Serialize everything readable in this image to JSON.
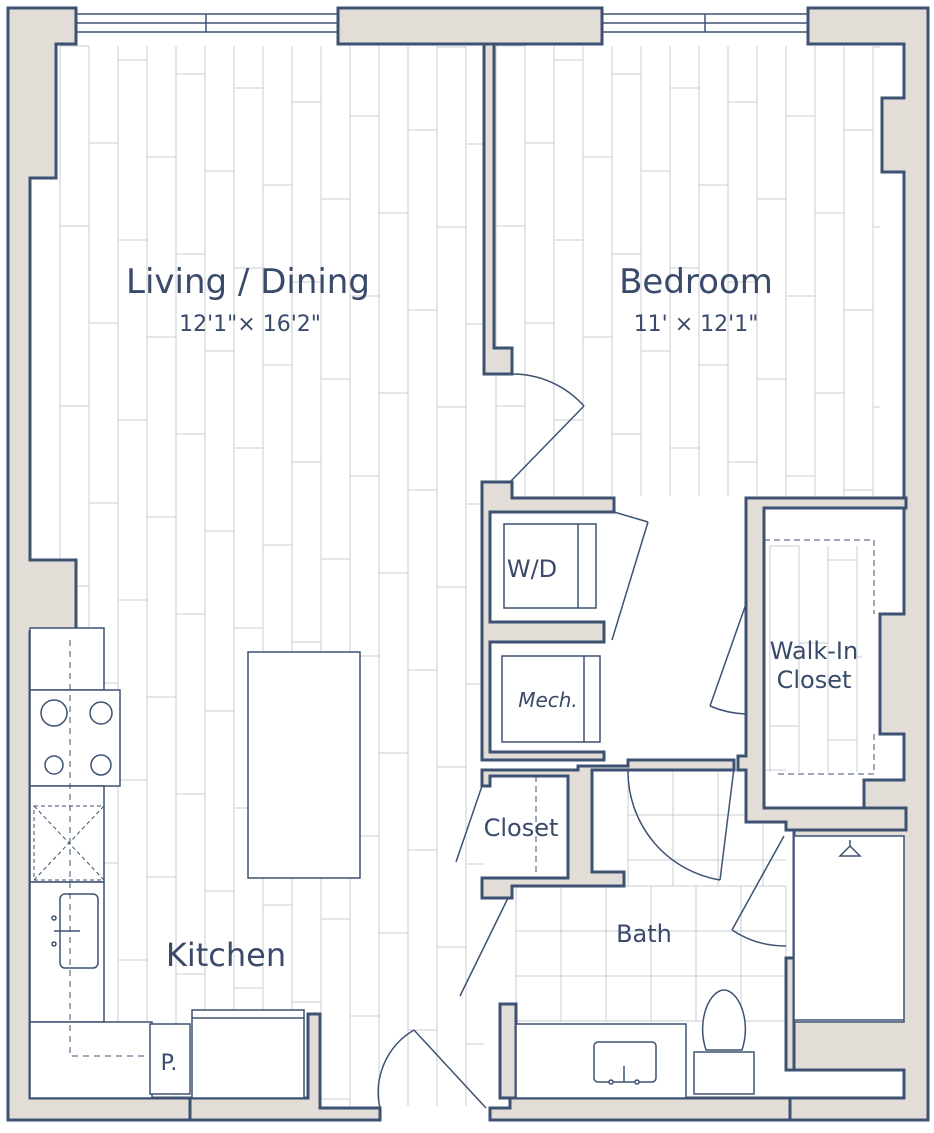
{
  "rooms": {
    "living_dining": {
      "name": "Living / Dining",
      "dimensions": "12'1\"× 16'2\""
    },
    "bedroom": {
      "name": "Bedroom",
      "dimensions": "11' × 12'1\""
    },
    "kitchen": {
      "name": "Kitchen"
    },
    "bath": {
      "name": "Bath"
    },
    "walk_in_closet": {
      "line1": "Walk-In",
      "line2": "Closet"
    },
    "closet": {
      "name": "Closet"
    },
    "washer_dryer": {
      "name": "W/D"
    },
    "mechanical": {
      "name": "Mech."
    },
    "pantry": {
      "name": "P."
    }
  },
  "colors": {
    "wall_outline": "#3d5272",
    "wall_fill": "#e3ddd8",
    "plank_line": "#c9ccd2",
    "text": "#3a4a6b"
  }
}
